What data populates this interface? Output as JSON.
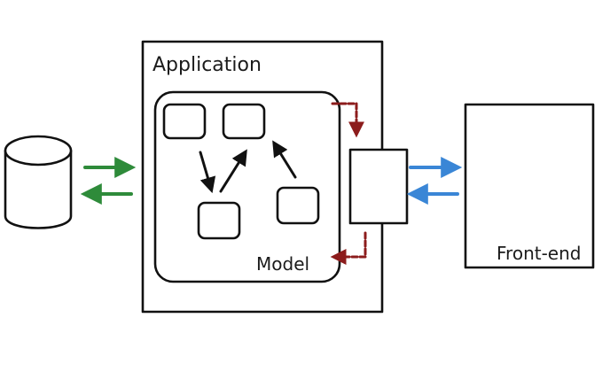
{
  "labels": {
    "application": "Application",
    "model": "Model",
    "frontend": "Front-end"
  },
  "colors": {
    "outline": "#111111",
    "data_flow": "#2e8b3a",
    "control_flow": "#8c1c1c",
    "client_flow": "#3a86d6"
  },
  "icons": {
    "database": "database-cylinder-icon"
  }
}
